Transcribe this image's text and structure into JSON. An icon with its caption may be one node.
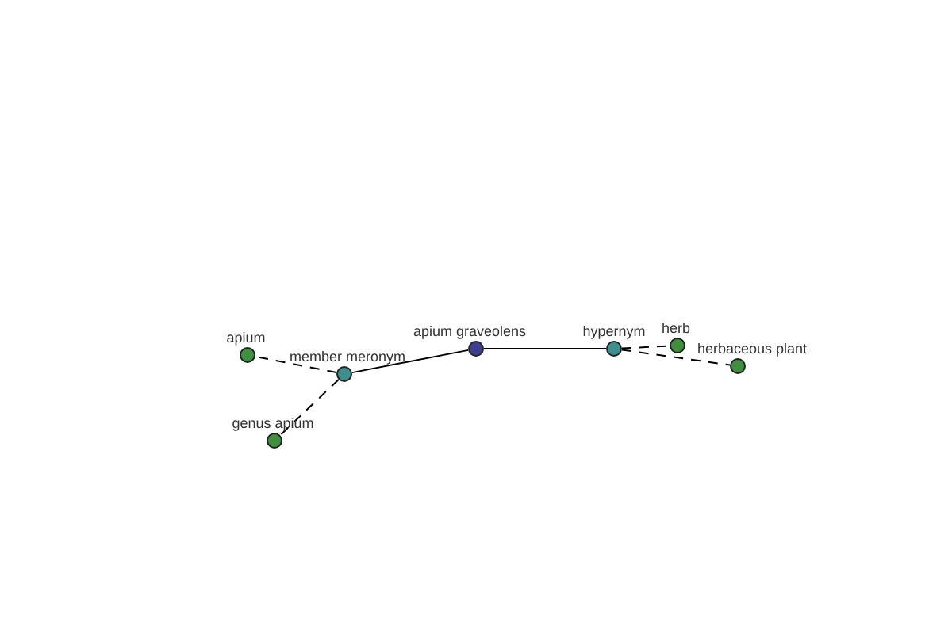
{
  "diagram": {
    "nodes": [
      {
        "text": [
          "apium graveolens"
        ]
      },
      {
        "text": [
          "member meronym"
        ]
      },
      {
        "text": [
          "apium"
        ]
      },
      {
        "text": [
          "genus apium"
        ]
      },
      {
        "text": [
          "hypernym"
        ]
      },
      {
        "text": [
          "herb"
        ]
      },
      {
        "text": [
          "herbaceous plant"
        ]
      }
    ],
    "edges": [
      {
        "from": 0,
        "to": 1,
        "arrow": "none"
      },
      {
        "from": 0,
        "to": 4,
        "arrow": "none"
      },
      {
        "from": 1,
        "to": 2,
        "arrow": "none",
        "style": "dashed"
      },
      {
        "from": 1,
        "to": 3,
        "arrow": "none",
        "style": "dashed"
      },
      {
        "from": 4,
        "to": 5,
        "arrow": "none",
        "style": "dashed"
      },
      {
        "from": 4,
        "to": 6,
        "arrow": "none",
        "style": "dashed"
      }
    ]
  }
}
